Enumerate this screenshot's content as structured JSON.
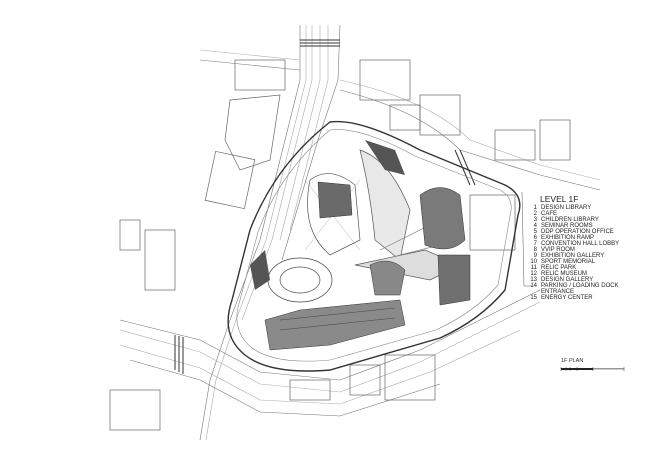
{
  "legend": {
    "title": "LEVEL 1F",
    "items": [
      {
        "num": "1",
        "label": "DESIGN LIBRARY"
      },
      {
        "num": "2",
        "label": "CAFE"
      },
      {
        "num": "3",
        "label": "CHILDREN LIBRARY"
      },
      {
        "num": "4",
        "label": "SEMINAR ROOMS"
      },
      {
        "num": "5",
        "label": "DDP OPERATION OFFICE"
      },
      {
        "num": "6",
        "label": "EXHIBITION RAMP"
      },
      {
        "num": "7",
        "label": "CONVENTION HALL LOBBY"
      },
      {
        "num": "8",
        "label": "VVIP ROOM"
      },
      {
        "num": "9",
        "label": "EXHIBITION GALLERY"
      },
      {
        "num": "10",
        "label": "SPORT MEMORIAL"
      },
      {
        "num": "11",
        "label": "RELIC PARK"
      },
      {
        "num": "12",
        "label": "RELIC MUSEUM"
      },
      {
        "num": "13",
        "label": "DESIGN GALLERY"
      },
      {
        "num": "14",
        "label": "PARKING / LOADING DOCK ENTRANCE"
      },
      {
        "num": "15",
        "label": "ENERGY CENTER"
      }
    ]
  },
  "scale_bar": {
    "label": "1F PLAN"
  },
  "colors": {
    "line": "#555555",
    "fill_dark": "#4a4a4a",
    "fill_light": "#d8d8d8"
  }
}
